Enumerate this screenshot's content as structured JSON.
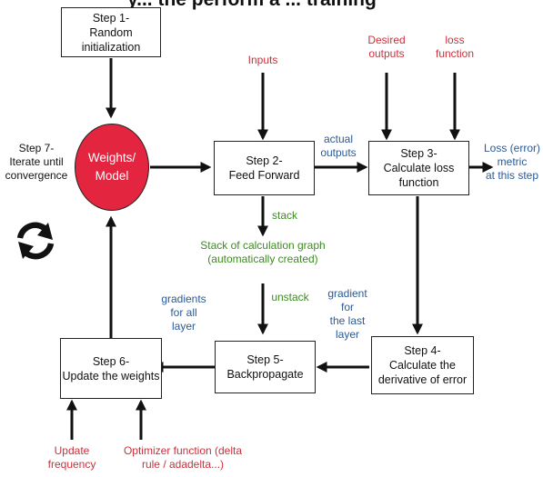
{
  "title": "y... the perform a ... training",
  "weights_label": "Weights/\nModel",
  "steps": {
    "step1": "Step 1-\nRandom initialization",
    "step2": "Step 2-\nFeed Forward",
    "step3": "Step 3-\nCalculate loss function",
    "step4": "Step 4-\nCalculate the\nderivative of error",
    "step5": "Step 5-\nBackpropagate",
    "step6": "Step 6-\nUpdate the weights",
    "step7": "Step 7-\nIterate until\nconvergence"
  },
  "labels": {
    "inputs": "Inputs",
    "desired_outputs": "Desired\noutputs",
    "loss_function": "loss\nfunction",
    "actual_outputs": "actual\noutputs",
    "loss_metric": "Loss (error)\nmetric\nat this step",
    "stack": "stack",
    "stack_graph": "Stack of calculation graph\n(automatically created)",
    "unstack": "unstack",
    "gradient_last": "gradient\nfor\nthe last\nlayer",
    "gradients_all": "gradients\nfor all\nlayer",
    "update_frequency": "Update\nfrequency",
    "optimizer": "Optimizer function (delta\nrule / adadelta...)"
  },
  "colors": {
    "weights_fill": "#e3253f",
    "red_text": "#c8323c",
    "blue_text": "#2a5a96",
    "green_text": "#3f8a23"
  },
  "icons": {
    "iterate": "refresh-cycle-icon"
  }
}
